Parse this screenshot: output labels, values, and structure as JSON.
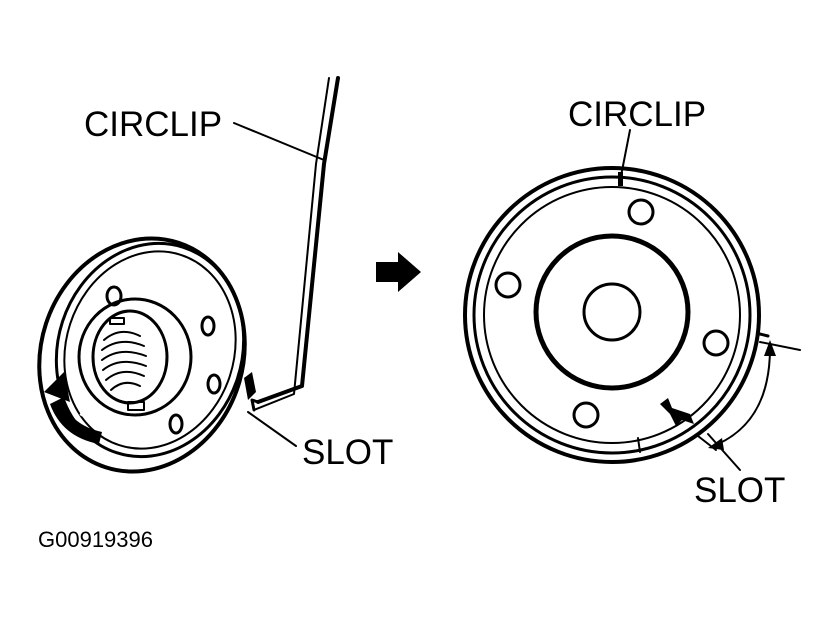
{
  "labels": {
    "left_circlip": "CIRCLIP",
    "left_slot": "SLOT",
    "right_circlip": "CIRCLIP",
    "right_slot": "SLOT"
  },
  "figure_code": "G00919396",
  "colors": {
    "ink": "#000000",
    "background": "#ffffff"
  },
  "icons": {
    "step_arrow": "right-arrow-icon",
    "rotation_arrow": "curved-arrow-icon"
  }
}
